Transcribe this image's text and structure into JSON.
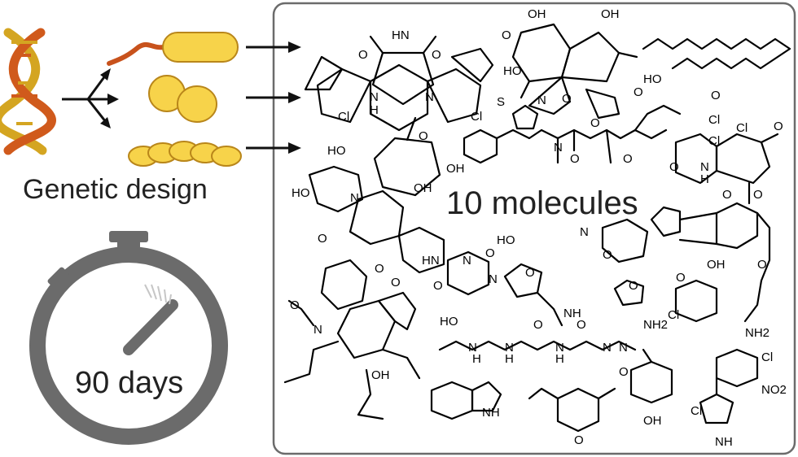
{
  "labels": {
    "genetic_design": "Genetic design",
    "duration": "90 days",
    "molecules": "10 molecules"
  },
  "icons": {
    "dna": "dna-double-helix-icon",
    "branch": "three-way-branch-arrow-icon",
    "hosts": [
      "bacterium-icon",
      "budding-yeast-icon",
      "filamentous-chain-icon"
    ],
    "timer": "stopwatch-icon"
  },
  "colors": {
    "dna_strand_a": "#d4a521",
    "dna_strand_b": "#d05a1c",
    "cell_fill": "#f7d34a",
    "cell_stroke": "#b9861a",
    "flagellum": "#c8521c",
    "stopwatch": "#6b6b6b",
    "box_border": "#6b6b6b",
    "box_fill": "#ffffff"
  },
  "atom_labels": [
    "HN",
    "O",
    "O",
    "N",
    "H",
    "N",
    "Cl",
    "Cl",
    "HO",
    "O",
    "OH",
    "OH",
    "OH",
    "O",
    "OH",
    "HO",
    "O",
    "O",
    "O",
    "HO",
    "S",
    "N",
    "N",
    "O",
    "O",
    "Cl",
    "Cl",
    "Cl",
    "O",
    "O",
    "O",
    "N",
    "H",
    "O",
    "O",
    "N",
    "HO",
    "N",
    "HN",
    "O",
    "O",
    "N",
    "O",
    "O",
    "HO",
    "O",
    "N",
    "O",
    "O",
    "O",
    "OH",
    "N",
    "O",
    "NH",
    "OH",
    "Cl",
    "O",
    "NH2",
    "HO",
    "H",
    "N",
    "N",
    "H",
    "N",
    "O",
    "O",
    "N",
    "H",
    "N",
    "O",
    "O",
    "NH2",
    "OH",
    "NH",
    "O",
    "Cl",
    "NO2",
    "Cl",
    "NH"
  ]
}
